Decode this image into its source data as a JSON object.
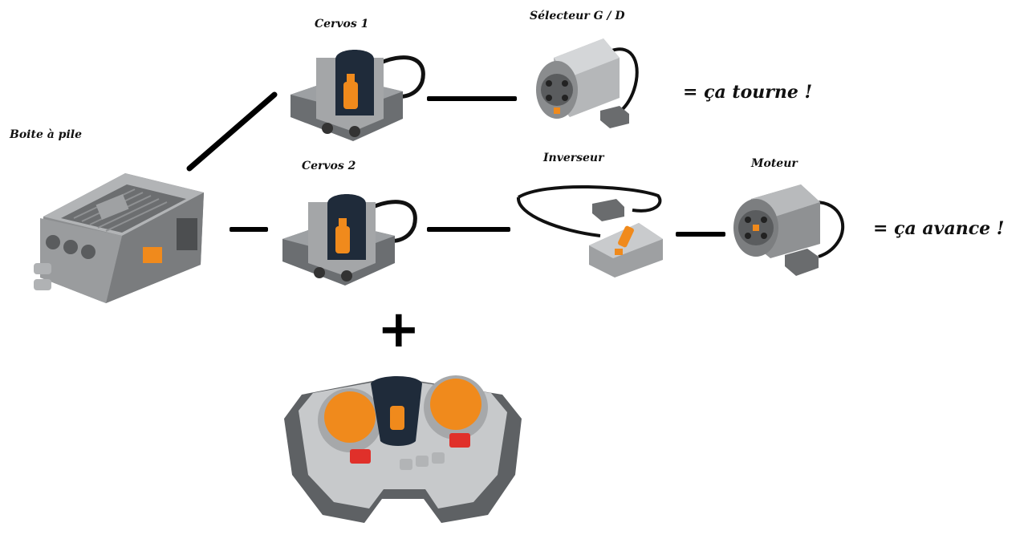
{
  "labels": {
    "battery_box": "Boite à pile",
    "receiver_1": "Cervos 1",
    "receiver_2": "Cervos 2",
    "selector": "Sélecteur G / D",
    "switch": "Inverseur",
    "motor": "Moteur"
  },
  "results": {
    "turn": "= ça tourne !",
    "forward": "= ça avance !"
  },
  "plus_sign": "+",
  "colors": {
    "wire": "#000000",
    "brick_gray": "#9b9d9f",
    "dark_gray": "#5e6164",
    "orange": "#f08a1c",
    "navy": "#1f2b3a",
    "red": "#e0302a"
  }
}
